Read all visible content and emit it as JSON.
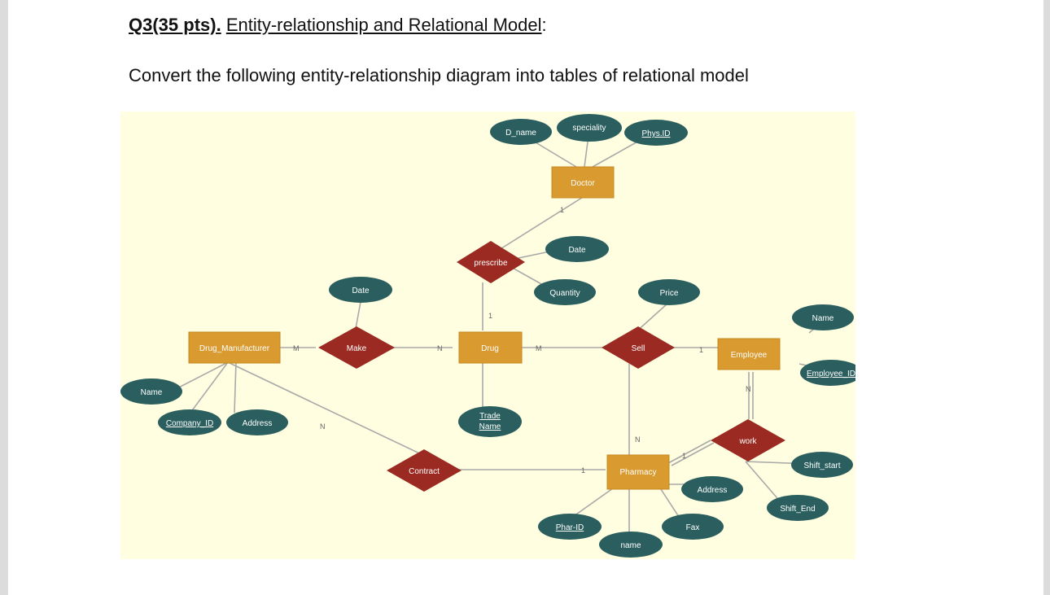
{
  "question": {
    "number": "Q3(35 pts).",
    "title": "Entity-relationship and Relational Model",
    "colon": ":",
    "instruction": "Convert the following entity-relationship diagram into tables of relational model"
  },
  "entities": {
    "doctor": "Doctor",
    "drug": "Drug",
    "drug_manufacturer": "Drug_Manufacturer",
    "employee": "Employee",
    "pharmacy": "Pharmacy"
  },
  "relationships": {
    "prescribe": "prescribe",
    "make": "Make",
    "sell": "Sell",
    "work": "work",
    "contract": "Contract"
  },
  "attributes": {
    "d_name": "D_name",
    "speciality": "speciality",
    "phys_id": "Phys.ID",
    "prescribe_date": "Date",
    "quantity": "Quantity",
    "make_date": "Date",
    "price": "Price",
    "emp_name": "Name",
    "employee_id": "Employee_ID",
    "man_name": "Name",
    "company_id": "Company_ID",
    "address": "Address",
    "trade_name_1": "Trade",
    "trade_name_2": "Name",
    "shift_start": "Shift_start",
    "shift_end": "Shift_End",
    "pharm_address": "Address",
    "fax": "Fax",
    "phar_id": "Phar-ID",
    "pharm_name": "name"
  },
  "cardinalities": {
    "doctor_prescribe": "1",
    "drug_prescribe": "1",
    "man_make": "M",
    "make_drug": "N",
    "drug_sell": "M",
    "sell_emp": "1",
    "sell_pharm": "N",
    "man_contract": "N",
    "contract_pharm": "1",
    "emp_work": "N",
    "work_pharm": "1"
  }
}
